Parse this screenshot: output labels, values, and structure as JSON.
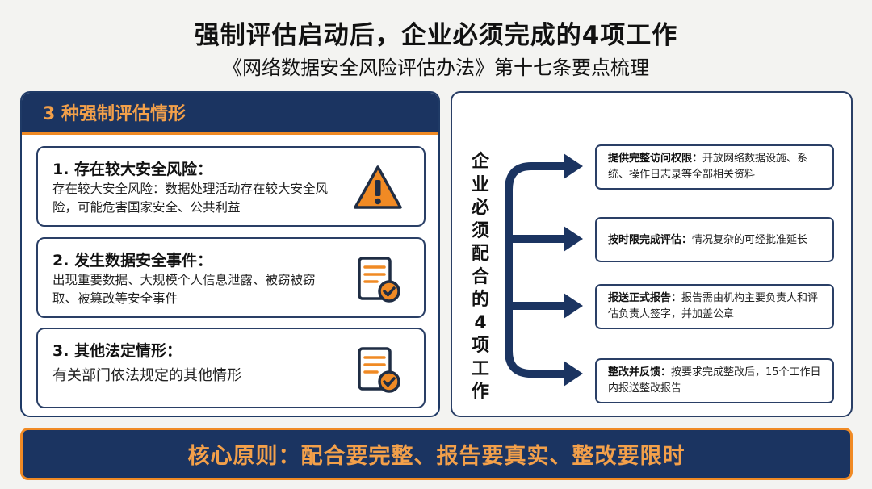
{
  "header": {
    "title": "强制评估启动后，企业必须完成的4项工作",
    "subtitle": "《网络数据安全风险评估办法》第十七条要点梳理"
  },
  "left_panel": {
    "title": "3 种强制评估情形",
    "cards": [
      {
        "title": "1. 存在较大安全风险：",
        "desc": "存在较大安全风险：数据处理活动存在较大安全风险，可能危害国家安全、公共利益",
        "icon": "warning-icon"
      },
      {
        "title": "2. 发生数据安全事件：",
        "desc": "出现重要数据、大规模个人信息泄露、被窃被窃取、被篡改等安全事件",
        "icon": "document-check-icon"
      },
      {
        "title": "3. 其他法定情形：",
        "desc": "有关部门依法规定的其他情形",
        "icon": "document-check-icon"
      }
    ]
  },
  "right_panel": {
    "vertical_label": "企\n业\n必\n须\n配\n合\n的\n4\n项\n工\n作",
    "tasks": [
      {
        "label": "提供完整访问权限：",
        "desc": "开放网络数据设施、系统、操作日志录等全部相关资料"
      },
      {
        "label": "按时限完成评估：",
        "desc": "情况复杂的可经批准延长"
      },
      {
        "label": "报送正式报告：",
        "desc": "报告需由机构主要负责人和评估负责人签字，并加盖公章"
      },
      {
        "label": "整改并反馈：",
        "desc": "按要求完成整改后，15个工作日内报送整改报告"
      }
    ]
  },
  "banner": {
    "text": "核心原则：配合要完整、报告要真实、整改要限时"
  },
  "colors": {
    "navy": "#1b3461",
    "orange": "#f08a24",
    "accent_text": "#f3a04a"
  }
}
